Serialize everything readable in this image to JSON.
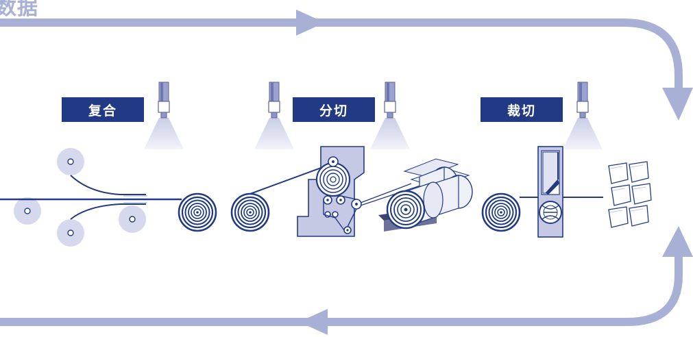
{
  "header": {
    "partial_title": "数据"
  },
  "stages": [
    {
      "label": "复合"
    },
    {
      "label": "分切"
    },
    {
      "label": "裁切"
    }
  ],
  "colors": {
    "flow_arrow": "#a8b0d6",
    "label_bg": "#223a84",
    "line": "#223a84",
    "machine_fill": "#c5c9e3",
    "roll_light": "#d6d9ee",
    "light_beam": "#e4e6f3"
  },
  "icons": [
    "camera-icon",
    "unwind-roll-icon",
    "film-roll-icon",
    "slitter-machine-icon",
    "cutter-machine-icon",
    "sheet-stack-icon"
  ]
}
